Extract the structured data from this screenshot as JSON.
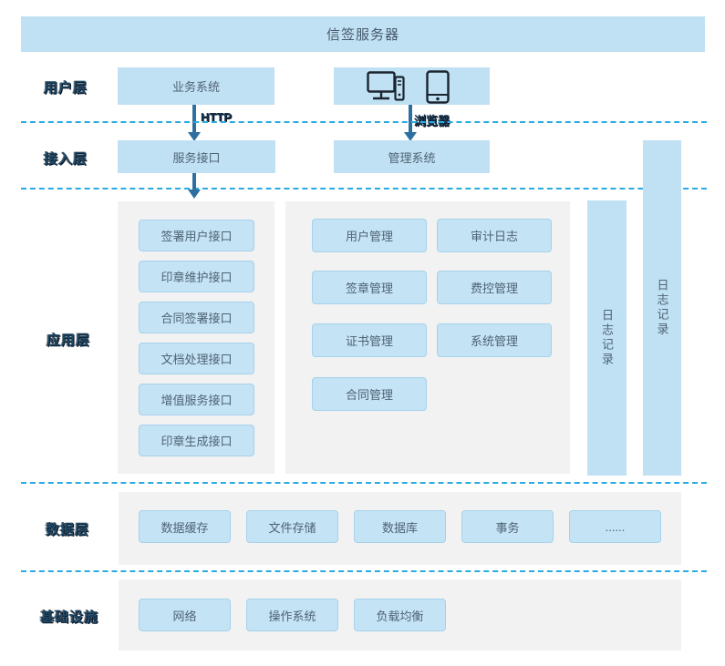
{
  "title": "信签服务器",
  "colors": {
    "block_blue": "#c0e1f3",
    "box_border_blue": "#a6d2ea",
    "panel_gray": "#f2f2f3",
    "dashed_line_blue": "#29abe2",
    "arrow_blue": "#2e6f9f",
    "box_text": "#4e6374",
    "label_dark": "#1f4764"
  },
  "layers": {
    "user": {
      "label": "用户层",
      "business_system": "业务系统",
      "http_label": "HTTP",
      "browser_label": "浏览器",
      "icons": [
        "desktop-computer-icon",
        "smartphone-icon"
      ]
    },
    "access": {
      "label": "接入层",
      "service_interface": "服务接口",
      "management_system": "管理系统"
    },
    "application": {
      "label": "应用层",
      "interfaces": [
        "签署用户接口",
        "印章维护接口",
        "合同签署接口",
        "文档处理接口",
        "增值服务接口",
        "印章生成接口"
      ],
      "modules": [
        "用户管理",
        "审计日志",
        "签章管理",
        "费控管理",
        "证书管理",
        "系统管理",
        "合同管理"
      ],
      "log_bar_inner": "日志记录",
      "log_bar_outer": "日志记录"
    },
    "data": {
      "label": "数据层",
      "items": [
        "数据缓存",
        "文件存储",
        "数据库",
        "事务",
        "......"
      ]
    },
    "infrastructure": {
      "label": "基础设施",
      "items": [
        "网络",
        "操作系统",
        "负载均衡"
      ]
    }
  }
}
